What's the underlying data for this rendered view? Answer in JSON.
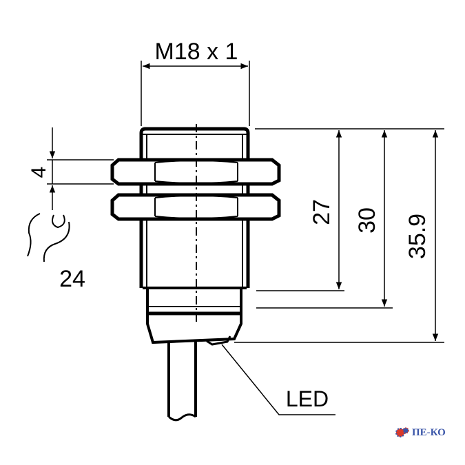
{
  "dimensions": {
    "thread": "M18 x 1",
    "nut_thickness": "4",
    "wrench_size": "24",
    "length_thread": "27",
    "length_body": "30",
    "length_total": "35.9"
  },
  "labels": {
    "led": "LED"
  },
  "logo": {
    "text": "ПЕ-КО",
    "colors": {
      "text": "#3a55a8",
      "gear_red": "#d93a2b",
      "gear_blue": "#3a55a8"
    }
  }
}
